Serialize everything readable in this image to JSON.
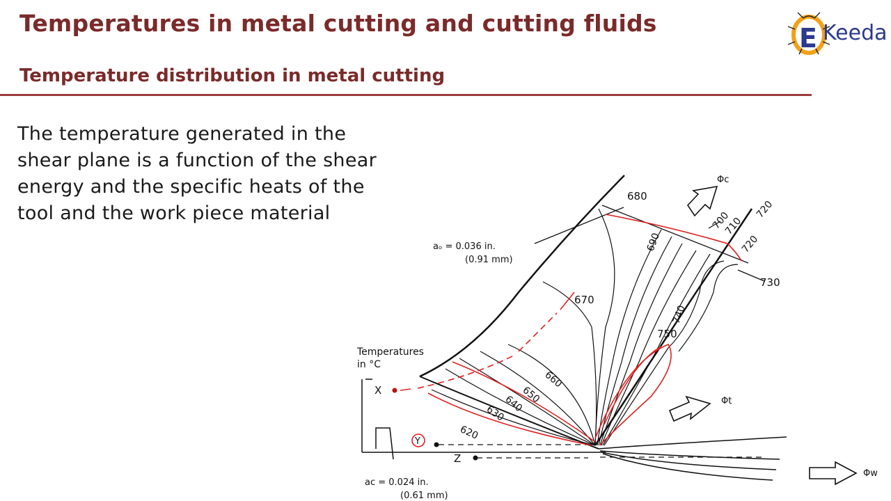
{
  "header": {
    "title": "Temperatures in metal cutting and cutting fluids",
    "subtitle": "Temperature distribution in metal cutting"
  },
  "logo": {
    "text": "Keeda",
    "initial": "E"
  },
  "body": {
    "lines": [
      "The temperature generated in the",
      "shear plane is a function of the shear",
      "energy and the specific heats of the",
      "tool and the work piece material"
    ]
  },
  "diagram": {
    "isotherms": {
      "t620": "620",
      "t630": "630",
      "t640": "640",
      "t650": "650",
      "t660": "660",
      "t670": "670",
      "t680": "680",
      "t690": "690",
      "t700": "700",
      "t710": "710",
      "t720a": "720",
      "t720b": "720",
      "t730": "730",
      "t740": "740",
      "t750": "750"
    },
    "ao_line1": "aₒ = 0.036 in.",
    "ao_line2": "(0.91 mm)",
    "ac_line1": "aᴄ = 0.024 in.",
    "ac_line2": "(0.61 mm)",
    "temps_line1": "Temperatures",
    "temps_line2": "in °C",
    "point_x": "X",
    "point_y": "Y",
    "point_z": "Z",
    "phi_c": "Φc",
    "phi_t": "Φt",
    "phi_w": "Φw",
    "annotation_color": "#e02020"
  }
}
